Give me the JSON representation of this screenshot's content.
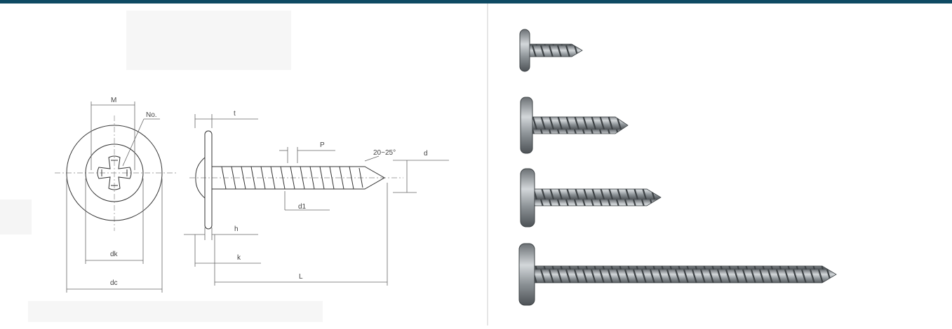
{
  "drawing": {
    "labels": {
      "m": "M",
      "no": "No.",
      "t": "t",
      "p": "P",
      "angle": "20~25°",
      "d": "d",
      "d1": "d1",
      "h": "h",
      "k": "k",
      "l": "L",
      "dk": "dk",
      "dc": "dc"
    }
  },
  "photos": [
    {
      "name": "screw-small"
    },
    {
      "name": "screw-medium"
    },
    {
      "name": "screw-large"
    },
    {
      "name": "screw-long"
    }
  ],
  "colors": {
    "topbar": "#0e4a63",
    "metal_dark": "#5a5f63",
    "metal_light": "#c9cdd0"
  }
}
